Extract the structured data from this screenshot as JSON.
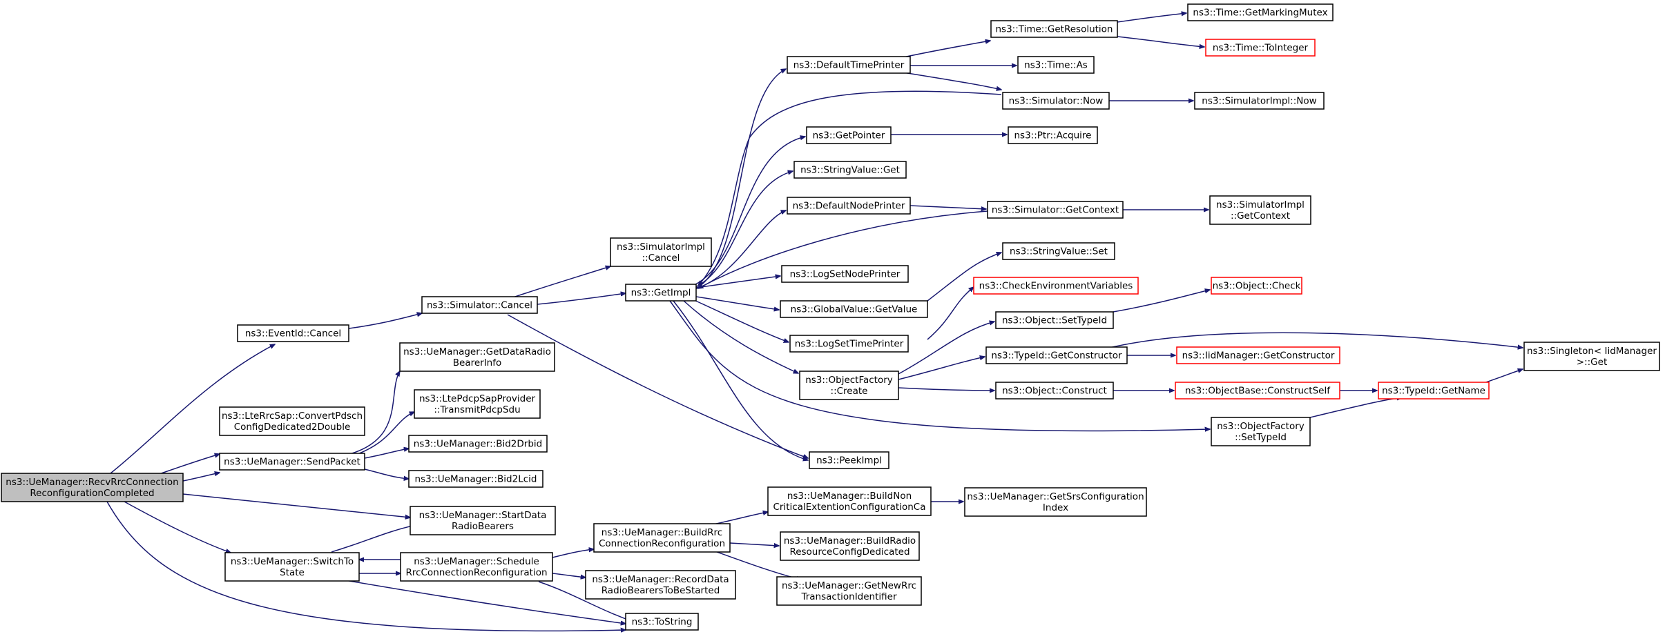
{
  "colors": {
    "edge": "#191970",
    "node_border": "#000000",
    "truncated_border": "#ff0000",
    "root_fill": "#bfbfbf",
    "background": "#ffffff"
  },
  "nodes": [
    {
      "id": "root",
      "lines": [
        "ns3::UeManager::RecvRrcConnection",
        "ReconfigurationCompleted"
      ],
      "kind": "root"
    },
    {
      "id": "eventCancel",
      "lines": [
        "ns3::EventId::Cancel"
      ],
      "kind": "normal"
    },
    {
      "id": "convertPdsch",
      "lines": [
        "ns3::LteRrcSap::ConvertPdsch",
        "ConfigDedicated2Double"
      ],
      "kind": "normal"
    },
    {
      "id": "sendPacket",
      "lines": [
        "ns3::UeManager::SendPacket"
      ],
      "kind": "normal"
    },
    {
      "id": "startData",
      "lines": [
        "ns3::UeManager::StartData",
        "RadioBearers"
      ],
      "kind": "normal"
    },
    {
      "id": "switchTo",
      "lines": [
        "ns3::UeManager::SwitchTo",
        "State"
      ],
      "kind": "normal"
    },
    {
      "id": "toString",
      "lines": [
        "ns3::ToString"
      ],
      "kind": "normal"
    },
    {
      "id": "simCancel",
      "lines": [
        "ns3::Simulator::Cancel"
      ],
      "kind": "normal"
    },
    {
      "id": "getDataRadio",
      "lines": [
        "ns3::UeManager::GetDataRadio",
        "BearerInfo"
      ],
      "kind": "normal"
    },
    {
      "id": "transmitPdcp",
      "lines": [
        "ns3::LtePdcpSapProvider",
        "::TransmitPdcpSdu"
      ],
      "kind": "normal"
    },
    {
      "id": "bid2Drbid",
      "lines": [
        "ns3::UeManager::Bid2Drbid"
      ],
      "kind": "normal"
    },
    {
      "id": "bid2Lcid",
      "lines": [
        "ns3::UeManager::Bid2Lcid"
      ],
      "kind": "normal"
    },
    {
      "id": "scheduleRrc",
      "lines": [
        "ns3::UeManager::Schedule",
        "RrcConnectionReconfiguration"
      ],
      "kind": "normal"
    },
    {
      "id": "simImplCancel",
      "lines": [
        "ns3::SimulatorImpl",
        "::Cancel"
      ],
      "kind": "normal"
    },
    {
      "id": "getImpl",
      "lines": [
        "ns3::GetImpl"
      ],
      "kind": "normal"
    },
    {
      "id": "buildRrc",
      "lines": [
        "ns3::UeManager::BuildRrc",
        "ConnectionReconfiguration"
      ],
      "kind": "normal"
    },
    {
      "id": "recordData",
      "lines": [
        "ns3::UeManager::RecordData",
        "RadioBearersToBeStarted"
      ],
      "kind": "normal"
    },
    {
      "id": "defaultTimePrinter",
      "lines": [
        "ns3::DefaultTimePrinter"
      ],
      "kind": "normal"
    },
    {
      "id": "getPointer",
      "lines": [
        "ns3::GetPointer"
      ],
      "kind": "normal"
    },
    {
      "id": "stringValueGet",
      "lines": [
        "ns3::StringValue::Get"
      ],
      "kind": "normal"
    },
    {
      "id": "defaultNodePrinter",
      "lines": [
        "ns3::DefaultNodePrinter"
      ],
      "kind": "normal"
    },
    {
      "id": "logSetNodePrinter",
      "lines": [
        "ns3::LogSetNodePrinter"
      ],
      "kind": "normal"
    },
    {
      "id": "globalValueGetValue",
      "lines": [
        "ns3::GlobalValue::GetValue"
      ],
      "kind": "normal"
    },
    {
      "id": "logSetTimePrinter",
      "lines": [
        "ns3::LogSetTimePrinter"
      ],
      "kind": "normal"
    },
    {
      "id": "objectFactoryCreate",
      "lines": [
        "ns3::ObjectFactory",
        "::Create"
      ],
      "kind": "normal"
    },
    {
      "id": "peekImpl",
      "lines": [
        "ns3::PeekImpl"
      ],
      "kind": "normal"
    },
    {
      "id": "buildNonCritical",
      "lines": [
        "ns3::UeManager::BuildNon",
        "CriticalExtentionConfigurationCa"
      ],
      "kind": "normal"
    },
    {
      "id": "buildRadioResource",
      "lines": [
        "ns3::UeManager::BuildRadio",
        "ResourceConfigDedicated"
      ],
      "kind": "normal"
    },
    {
      "id": "getNewRrc",
      "lines": [
        "ns3::UeManager::GetNewRrc",
        "TransactionIdentifier"
      ],
      "kind": "normal"
    },
    {
      "id": "timeGetResolution",
      "lines": [
        "ns3::Time::GetResolution"
      ],
      "kind": "normal"
    },
    {
      "id": "timeAs",
      "lines": [
        "ns3::Time::As"
      ],
      "kind": "normal"
    },
    {
      "id": "simulatorNow",
      "lines": [
        "ns3::Simulator::Now"
      ],
      "kind": "normal"
    },
    {
      "id": "ptrAcquire",
      "lines": [
        "ns3::Ptr::Acquire"
      ],
      "kind": "normal"
    },
    {
      "id": "simulatorGetContext",
      "lines": [
        "ns3::Simulator::GetContext"
      ],
      "kind": "normal"
    },
    {
      "id": "stringValueSet",
      "lines": [
        "ns3::StringValue::Set"
      ],
      "kind": "normal"
    },
    {
      "id": "checkEnv",
      "lines": [
        "ns3::CheckEnvironmentVariables"
      ],
      "kind": "truncated"
    },
    {
      "id": "objectSetTypeId",
      "lines": [
        "ns3::Object::SetTypeId"
      ],
      "kind": "normal"
    },
    {
      "id": "typeIdGetConstructor",
      "lines": [
        "ns3::TypeId::GetConstructor"
      ],
      "kind": "normal"
    },
    {
      "id": "objectConstruct",
      "lines": [
        "ns3::Object::Construct"
      ],
      "kind": "normal"
    },
    {
      "id": "objectFactorySetTypeId",
      "lines": [
        "ns3::ObjectFactory",
        "::SetTypeId"
      ],
      "kind": "normal"
    },
    {
      "id": "getSrsConfig",
      "lines": [
        "ns3::UeManager::GetSrsConfiguration",
        "Index"
      ],
      "kind": "normal"
    },
    {
      "id": "timeGetMarkingMutex",
      "lines": [
        "ns3::Time::GetMarkingMutex"
      ],
      "kind": "normal"
    },
    {
      "id": "timeToInteger",
      "lines": [
        "ns3::Time::ToInteger"
      ],
      "kind": "truncated"
    },
    {
      "id": "simulatorImplNow",
      "lines": [
        "ns3::SimulatorImpl::Now"
      ],
      "kind": "normal"
    },
    {
      "id": "simulatorImplGetContext",
      "lines": [
        "ns3::SimulatorImpl",
        "::GetContext"
      ],
      "kind": "normal"
    },
    {
      "id": "objectCheck",
      "lines": [
        "ns3::Object::Check"
      ],
      "kind": "truncated"
    },
    {
      "id": "iidManagerGetConstructor",
      "lines": [
        "ns3::IidManager::GetConstructor"
      ],
      "kind": "truncated"
    },
    {
      "id": "objectBaseConstructSelf",
      "lines": [
        "ns3::ObjectBase::ConstructSelf"
      ],
      "kind": "truncated"
    },
    {
      "id": "typeIdGetName",
      "lines": [
        "ns3::TypeId::GetName"
      ],
      "kind": "truncated"
    },
    {
      "id": "singletonGet",
      "lines": [
        "ns3::Singleton< IidManager",
        " >::Get"
      ],
      "kind": "normal"
    }
  ]
}
